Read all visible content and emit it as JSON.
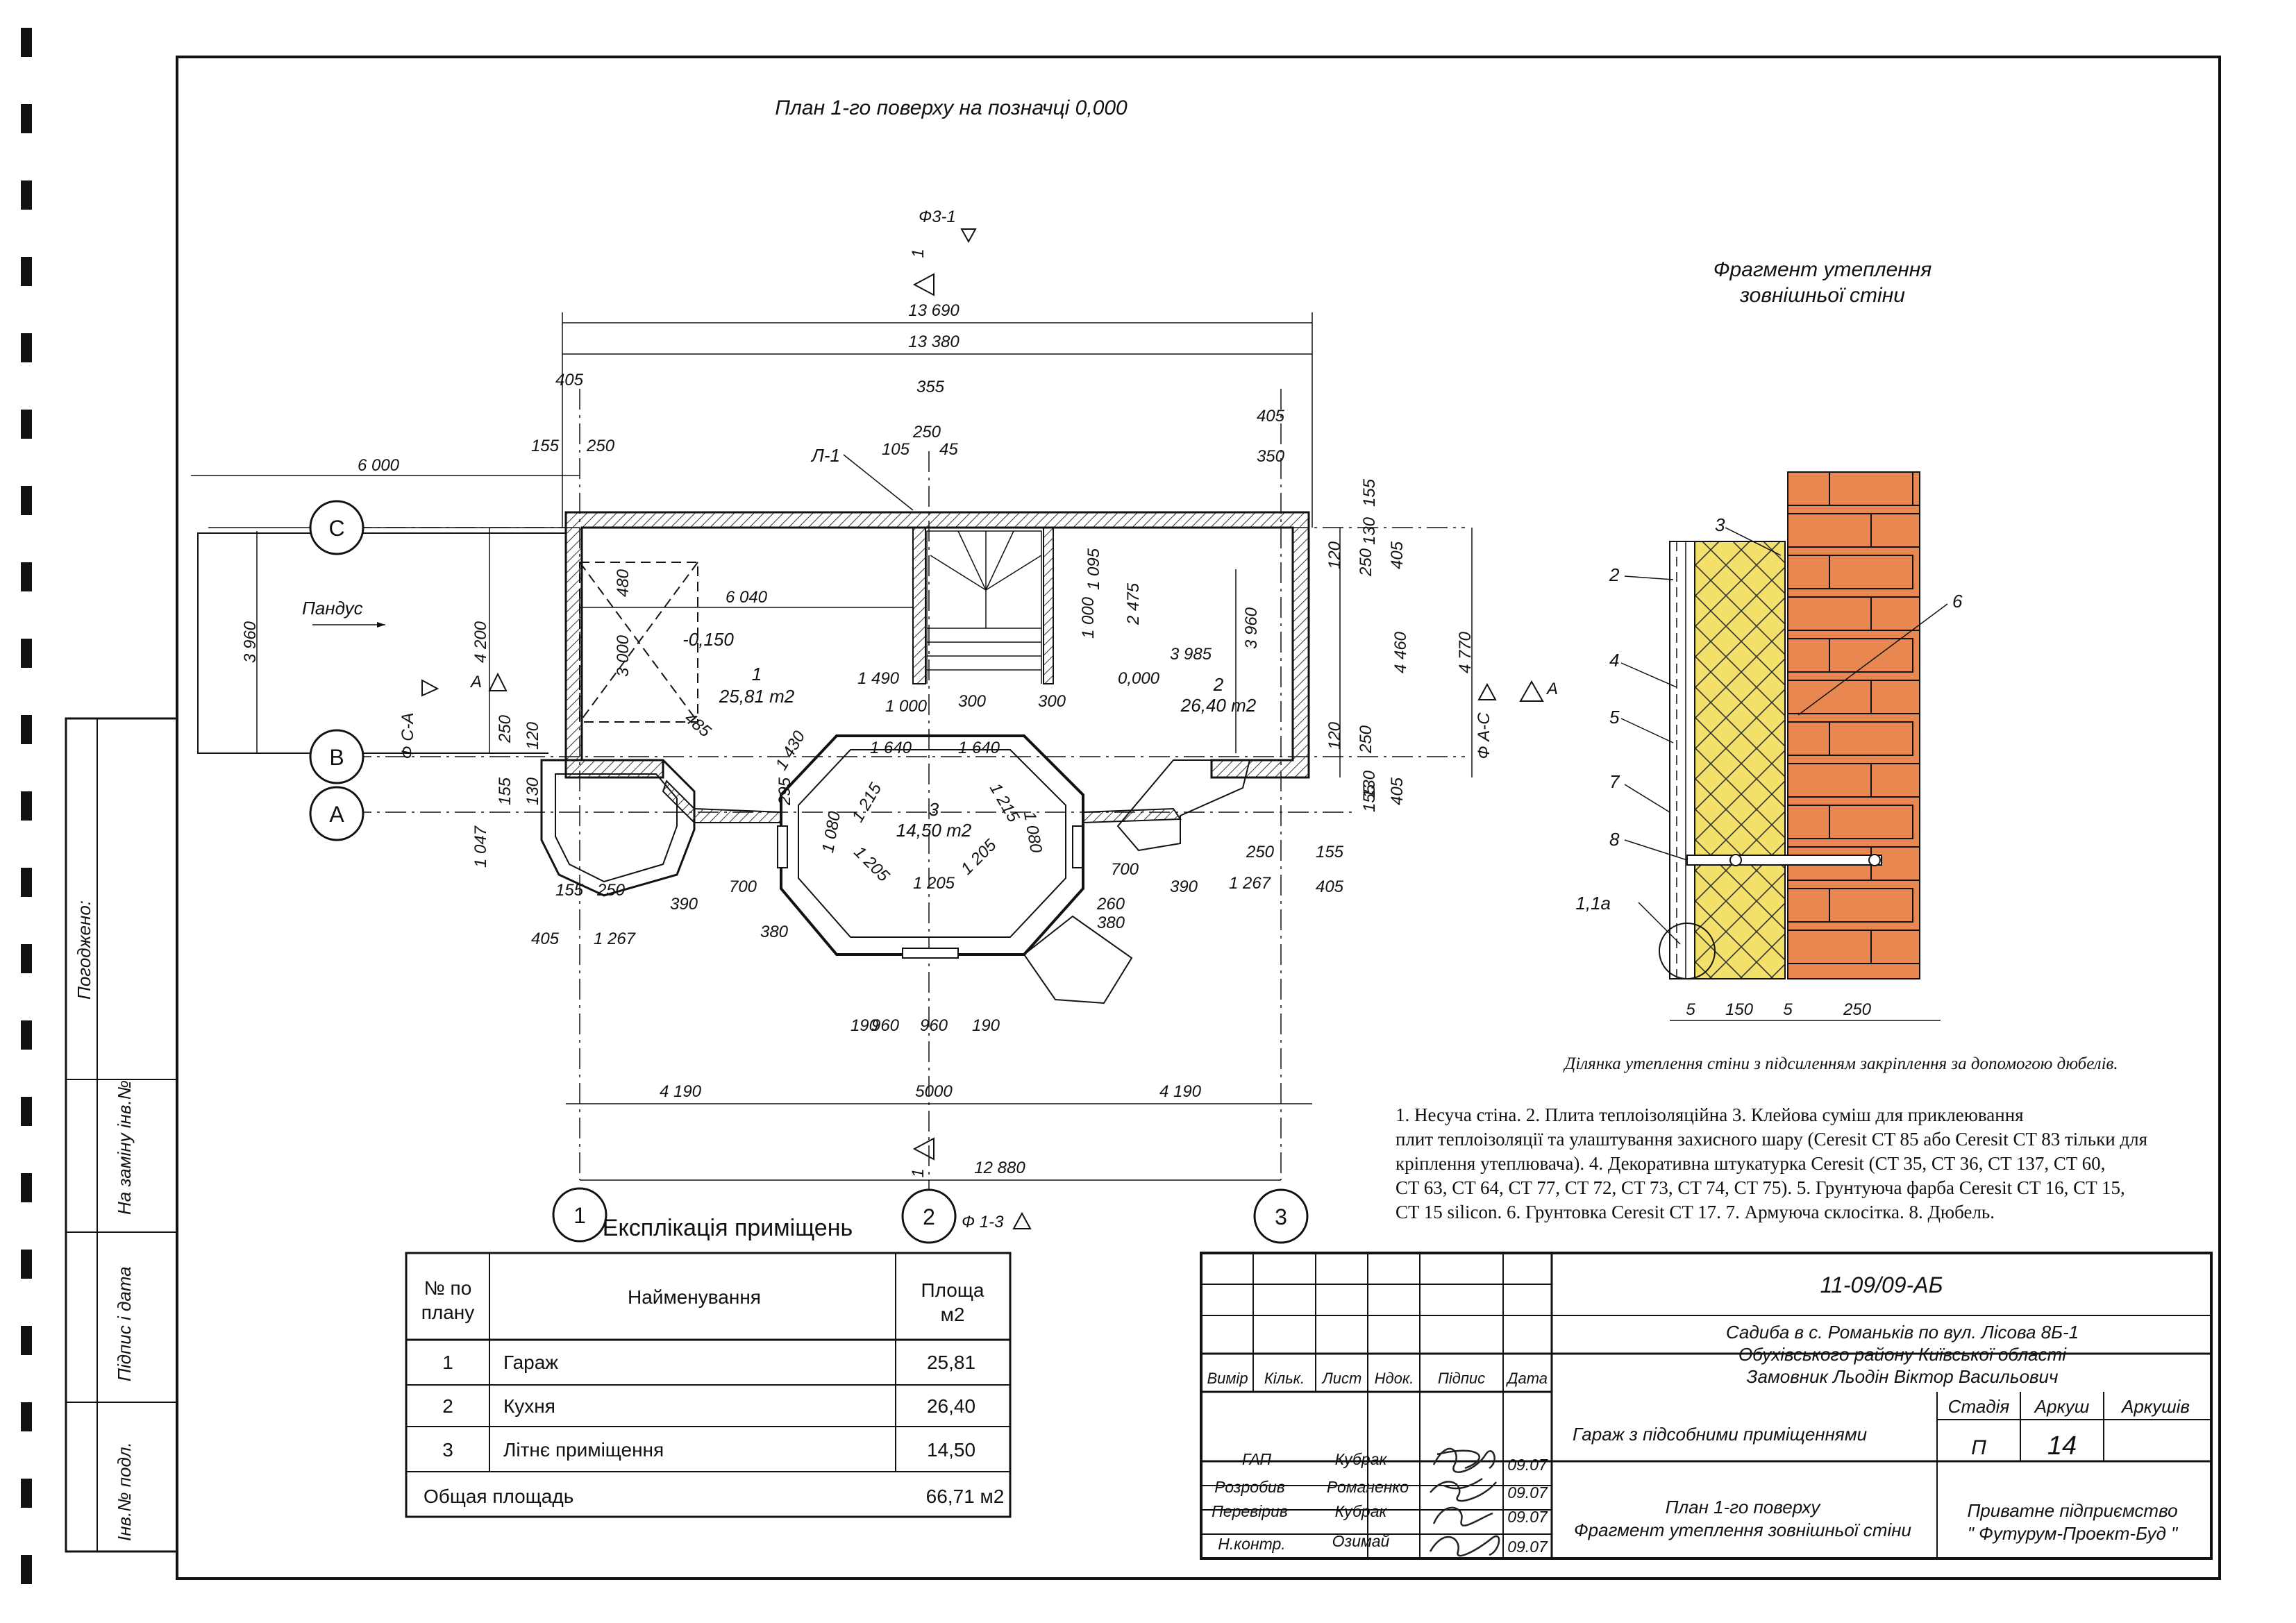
{
  "drawing": {
    "plan_title": "План 1-го поверху на позначці 0,000",
    "detail_title_1": "Фрагмент утеплення",
    "detail_title_2": "зовнішньої стіни",
    "detail_caption": "Ділянка утеплення стіни з підсиленням закріплення за допомогою дюбелів.",
    "notes": [
      "1. Несуча стіна. 2. Плита теплоізоляційна                      3. Клейова суміш для приклеювання",
      "плит теплоізоляції та улаштування захисного шару (Ceresit CT 85 або Ceresit CT 83 тільки для",
      "кріплення утеплювача). 4. Декоративна штукатурка Ceresit (CT 35, CT 36, CT 137, CT 60,",
      "CT 63, CT 64, CT 77, CT 72, CT 73, CT 74, CT 75). 5. Грунтуюча фарба Ceresit CT 16, CT 15,",
      "CT 15 silicon. 6. Грунтовка Ceresit CT 17. 7. Армуюча склосітка. 8. Дюбель."
    ],
    "axes": {
      "c": "C",
      "b": "B",
      "a": "A",
      "n1": "1",
      "n2": "2",
      "n3": "3"
    },
    "rooms": {
      "r1_num": "1",
      "r1_area": "25,81 m2",
      "r2_num": "2",
      "r2_area": "26,40 m2",
      "r3_num": "3",
      "r3_area": "14,50 m2",
      "level": "-0,150",
      "level0": "0,000",
      "ramp": "Пандус"
    },
    "marks": {
      "f31": "Ф3-1",
      "f13": "Ф 1-3",
      "fca": "Ф С-А",
      "fac": "Ф А-С",
      "l1": "Л-1",
      "one": "1",
      "a_left": "A",
      "a_right": "A"
    },
    "dims": {
      "d13690": "13 690",
      "d13380": "13 380",
      "d6000": "6 000",
      "d6040": "6 040",
      "d3960": "3 960",
      "d4200": "4 200",
      "d4460": "4 460",
      "d4770": "4 770",
      "d12880": "12 880",
      "d4190a": "4 190",
      "d5000": "5000",
      "d4190b": "4 190",
      "d405": "405",
      "d155": "155",
      "d250": "250",
      "d355": "355",
      "d105": "105",
      "d45": "45",
      "d350": "350",
      "d130": "130",
      "d120": "120",
      "d1000": "1 000",
      "d1095": "1 095",
      "d2475": "2 475",
      "d3985": "3 985",
      "d1490": "1 490",
      "d300": "300",
      "d380": "380",
      "d1640": "1 640",
      "d1080": "1 080",
      "d1215": "1 215",
      "d1205": "1 205",
      "d1430": "1 430",
      "d700": "700",
      "d480": "480",
      "d3000": "3 000",
      "d1267": "1 267",
      "d390": "390",
      "d960": "960",
      "d190": "190",
      "d1047": "1 047",
      "d260": "260",
      "d295": "295",
      "d485": "485"
    },
    "detail_nums": {
      "n1a": "1,1а",
      "n2": "2",
      "n3": "3",
      "n4": "4",
      "n5": "5",
      "n6": "6",
      "n7": "7",
      "n8": "8"
    },
    "detail_dims": {
      "d5a": "5",
      "d150": "150",
      "d5b": "5",
      "d250": "250"
    }
  },
  "explication": {
    "title": "Експлікація приміщень",
    "headers": {
      "num_1": "№ по",
      "num_2": "плану",
      "name": "Найменування",
      "area_1": "Площа",
      "area_2": "м2"
    },
    "rows": [
      {
        "num": "1",
        "name": "Гараж",
        "area": "25,81"
      },
      {
        "num": "2",
        "name": "Кухня",
        "area": "26,40"
      },
      {
        "num": "3",
        "name": "Літнє приміщення",
        "area": "14,50"
      }
    ],
    "total_label": "Общая площадь",
    "total_value": "66,71 м2"
  },
  "side_stamp": {
    "agreed": "Погоджено:",
    "replace": "На заміну інв.№",
    "sign_date": "Підпис і дата",
    "inv_no": "Інв.№ подл."
  },
  "title_block": {
    "code": "11-09/09-АБ",
    "project_1": "Садиба в с. Романьків по вул. Лісова 8Б-1",
    "project_2": "Обухівського району Київської області",
    "project_3": "Замовник Льодін Віктор Васильович",
    "object": "Гараж з підсобними приміщеннями",
    "sheet_title_1": "План 1-го поверху",
    "sheet_title_2": "Фрагмент утеплення зовнішньої стіни",
    "company_1": "Приватне підприємство",
    "company_2": "\" Футурум-Проект-Буд \"",
    "col_headers": {
      "vymir": "Вимір",
      "kilk": "Кільк.",
      "lyst": "Лист",
      "ndok": "Ндок.",
      "pidpys": "Підпис",
      "data": "Дата"
    },
    "stage_label": "Стадія",
    "sheet_label": "Аркуш",
    "sheets_label": "Аркушів",
    "stage_value": "П",
    "sheet_value": "14",
    "people": [
      {
        "role": "ГАП",
        "name": "Кубрак",
        "date": "09.07"
      },
      {
        "role": "Розробив",
        "name": "Романенко",
        "date": "09.07"
      },
      {
        "role": "Перевірив",
        "name": "Кубрак",
        "date": "09.07"
      },
      {
        "role": "Н.контр.",
        "name": "Озимай",
        "date": "09.07"
      }
    ]
  },
  "colors": {
    "brick": "#e8874f",
    "insulation": "#f2e06a",
    "ink": "#111111"
  }
}
